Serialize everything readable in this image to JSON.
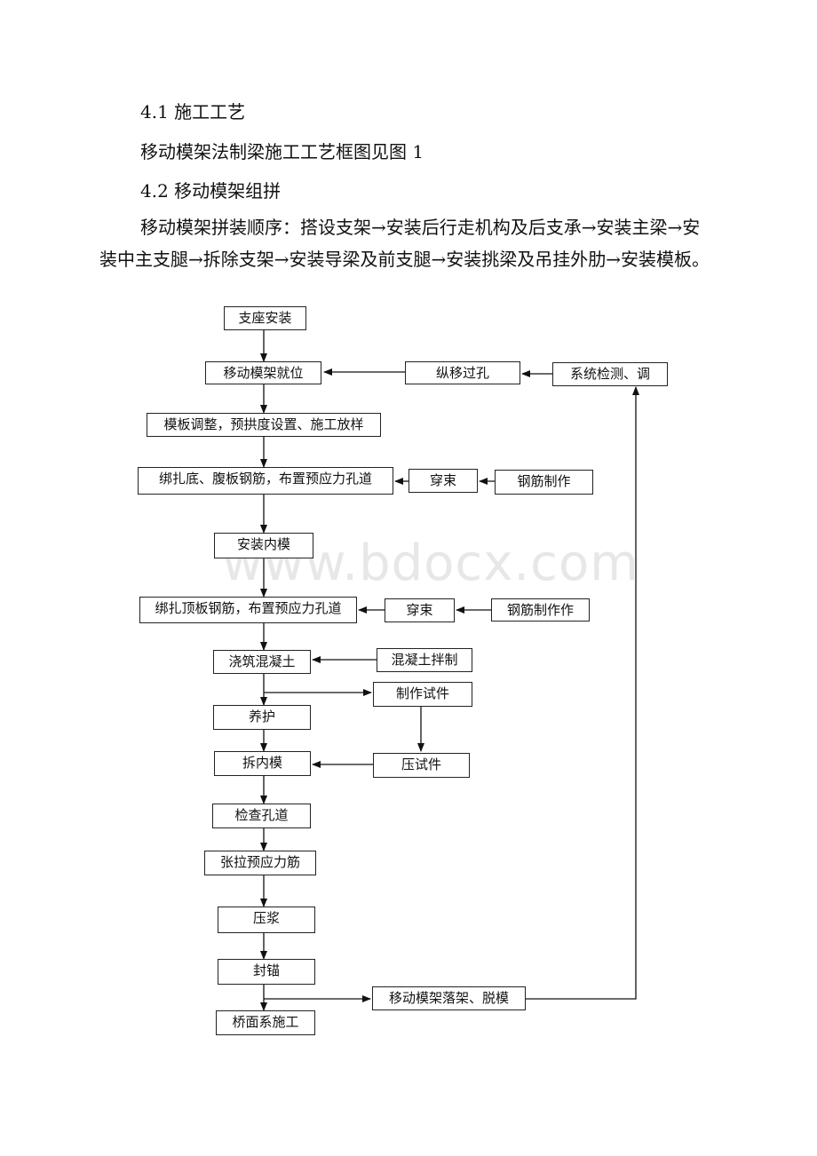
{
  "document": {
    "section_41": "4.1 施工工艺",
    "figure_ref": "移动模架法制梁施工工艺框图见图 1",
    "section_42": "4.2 移动模架组拼",
    "body": "移动模架拼装顺序：搭设支架→安装后行走机构及后支承→安装主梁→安装中主支腿→拆除支架→安装导梁及前支腿→安装挑梁及吊挂外肋→安装模板。"
  },
  "watermark": "www.bdocx.com",
  "flowchart": {
    "nodes": {
      "bearing_install": "支座安装",
      "formwork_in_place": "移动模架就位",
      "longitudinal_move": "纵移过孔",
      "system_check": "系统检测、调",
      "formwork_adjust": "模板调整，预拱度设置、施工放样",
      "tie_bottom_web": "绑扎底、腹板钢筋，布置预应力孔道",
      "thread_1": "穿束",
      "rebar_make_1": "钢筋制作",
      "inner_mold_install": "安装内模",
      "tie_top": "绑扎顶板钢筋，布置预应力孔道",
      "thread_2": "穿束",
      "rebar_make_2": "钢筋制作作",
      "pour_concrete": "浇筑混凝土",
      "mix_concrete": "混凝土拌制",
      "make_specimen": "制作试件",
      "curing": "养护",
      "remove_inner": "拆内模",
      "press_specimen": "压试件",
      "check_duct": "检查孔道",
      "tension": "张拉预应力筋",
      "grouting": "压浆",
      "anchor_seal": "封锚",
      "formwork_lower": "移动模架落架、脱模",
      "deck_system": "桥面系施工"
    }
  }
}
